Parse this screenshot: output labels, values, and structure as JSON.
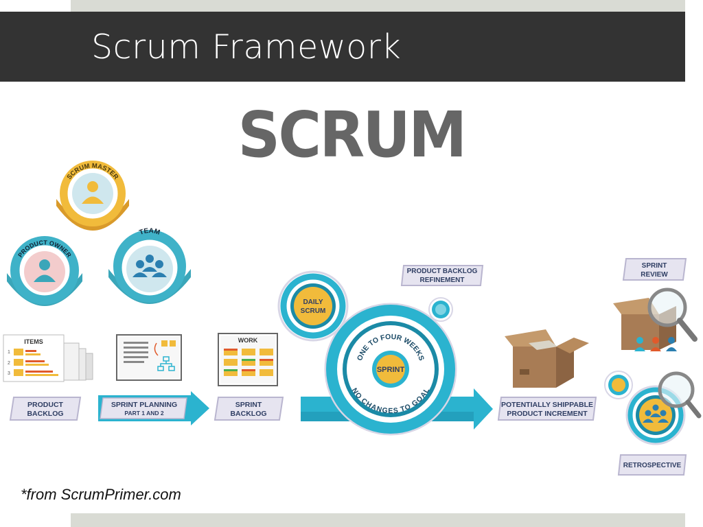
{
  "slide": {
    "title": "Scrum Framework",
    "footnote": "*from ScrumPrimer.com"
  },
  "diagram": {
    "logo_text": "SCRUM",
    "roles": {
      "scrum_master": "SCRUM MASTER",
      "product_owner": "PRODUCT OWNER",
      "team": "TEAM"
    },
    "artifacts": {
      "items_label": "ITEMS",
      "work_label": "WORK",
      "product_backlog": [
        "PRODUCT",
        "BACKLOG"
      ],
      "sprint_planning": [
        "SPRINT PLANNING",
        "PART 1 AND 2"
      ],
      "sprint_backlog": [
        "SPRINT",
        "BACKLOG"
      ]
    },
    "sprint": {
      "daily_scrum": [
        "DAILY",
        "SCRUM"
      ],
      "refinement": [
        "PRODUCT BACKLOG",
        "REFINEMENT"
      ],
      "center": "SPRINT",
      "top_arc": "ONE TO FOUR WEEKS",
      "bottom_arc": "NO CHANGES TO GOAL"
    },
    "outputs": {
      "increment": [
        "POTENTIALLY SHIPPABLE",
        "PRODUCT INCREMENT"
      ],
      "review": [
        "SPRINT",
        "REVIEW"
      ],
      "retrospective": "RETROSPECTIVE"
    },
    "colors": {
      "teal": "#2bb3cf",
      "dark_teal": "#1b8aa6",
      "gold": "#f1bb3b",
      "label_fill": "#e6e4f0",
      "label_text": "#2f3e63",
      "logo_gray": "#666666",
      "box_brown": "#a87c55"
    }
  }
}
